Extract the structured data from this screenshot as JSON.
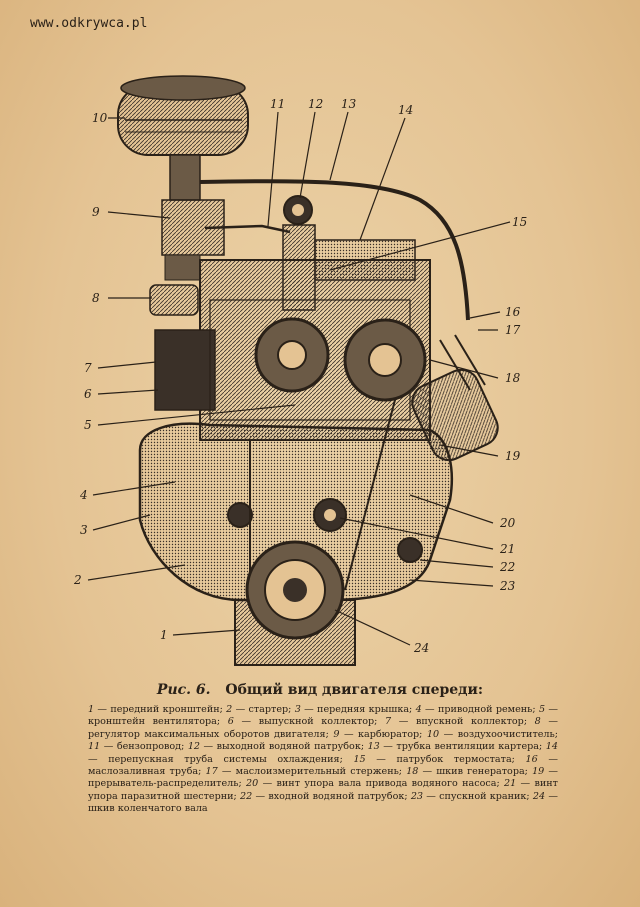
{
  "watermark": "www.odkrywca.pl",
  "callouts": [
    "10",
    "11",
    "12",
    "13",
    "14",
    "9",
    "15",
    "8",
    "16",
    "17",
    "7",
    "18",
    "6",
    "5",
    "19",
    "4",
    "20",
    "3",
    "21",
    "22",
    "2",
    "23",
    "1",
    "24"
  ],
  "caption": {
    "figure_label": "Рис. 6.",
    "title": "Общий вид двигателя спереди:"
  },
  "legend": [
    {
      "n": "1",
      "text": "передний кронштейн;"
    },
    {
      "n": "2",
      "text": "стартер;"
    },
    {
      "n": "3",
      "text": "передняя крышка;"
    },
    {
      "n": "4",
      "text": "приводной ремень;"
    },
    {
      "n": "5",
      "text": "кронштейн вентилятора;"
    },
    {
      "n": "6",
      "text": "выпускной коллектор;"
    },
    {
      "n": "7",
      "text": "впускной коллектор;"
    },
    {
      "n": "8",
      "text": "регулятор максимальных оборотов двигателя;"
    },
    {
      "n": "9",
      "text": "карбюратор;"
    },
    {
      "n": "10",
      "text": "воздухоочиститель;"
    },
    {
      "n": "11",
      "text": "бензопровод;"
    },
    {
      "n": "12",
      "text": "выходной водяной патрубок;"
    },
    {
      "n": "13",
      "text": "трубка вентиляции картера;"
    },
    {
      "n": "14",
      "text": "перепускная труба системы охлаждения;"
    },
    {
      "n": "15",
      "text": "патрубок термостата;"
    },
    {
      "n": "16",
      "text": "маслозаливная труба;"
    },
    {
      "n": "17",
      "text": "маслоизмерительный стержень;"
    },
    {
      "n": "18",
      "text": "шкив генератора;"
    },
    {
      "n": "19",
      "text": "прерыватель-распределитель;"
    },
    {
      "n": "20",
      "text": "винт упора вала привода водяного насоса;"
    },
    {
      "n": "21",
      "text": "винт упора паразитной шестерни;"
    },
    {
      "n": "22",
      "text": "входной водяной патрубок;"
    },
    {
      "n": "23",
      "text": "спускной краник;"
    },
    {
      "n": "24",
      "text": "шкив коленчатого вала"
    }
  ],
  "colors": {
    "paper": "#e7c99a",
    "ink": "#2a2118",
    "engine_dark": "#3a3028",
    "engine_mid": "#6b5a46"
  }
}
